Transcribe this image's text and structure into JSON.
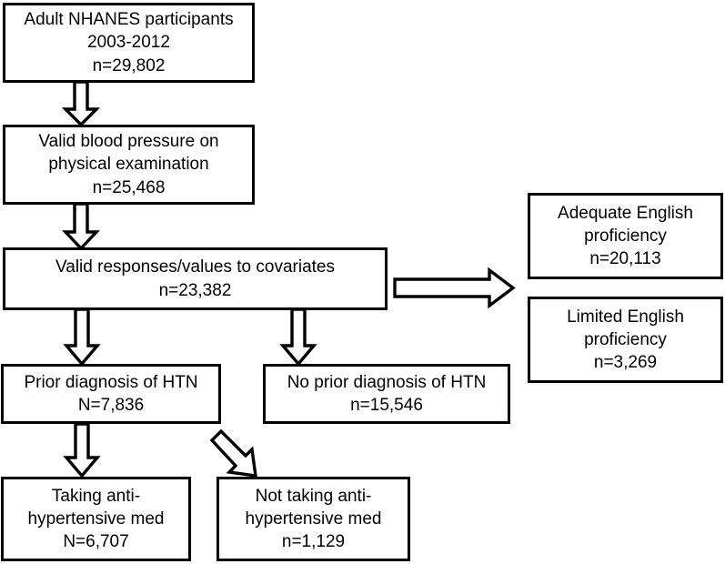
{
  "figure": {
    "type": "flowchart",
    "orientation": "top-down",
    "background_color": "#ffffff",
    "line_color": "#000000",
    "text_color": "#000000"
  },
  "nodes": {
    "participants": {
      "lines": [
        "Adult NHANES participants",
        "2003-2012",
        "n=29,802"
      ],
      "line1": "Adult NHANES participants",
      "line2": "2003-2012",
      "line3": "n=29,802",
      "count": "29,802"
    },
    "valid_bp": {
      "line1": "Valid blood pressure on",
      "line2": "physical examination",
      "line3": "n=25,468",
      "count": "25,468"
    },
    "covariates": {
      "line1": "Valid responses/values to covariates",
      "line2": "n=23,382",
      "count": "23,382"
    },
    "adequate_english": {
      "line1": "Adequate English",
      "line2": "proficiency",
      "line3": "n=20,113",
      "count": "20,113"
    },
    "limited_english": {
      "line1": "Limited English",
      "line2": "proficiency",
      "line3": "n=3,269",
      "count": "3,269"
    },
    "prior_htn": {
      "line1": "Prior diagnosis of HTN",
      "line2": "N=7,836",
      "count": "7,836"
    },
    "no_prior_htn": {
      "line1": "No prior diagnosis of HTN",
      "line2": "n=15,546",
      "count": "15,546"
    },
    "taking_med": {
      "line1": "Taking anti-",
      "line2": "hypertensive med",
      "line3": "N=6,707",
      "count": "6,707"
    },
    "not_taking_med": {
      "line1": "Not taking anti-",
      "line2": "hypertensive med",
      "line3": "n=1,129",
      "count": "1,129"
    }
  },
  "arrows": [
    {
      "name": "arrow-participants-to-valid-bp",
      "direction": "down"
    },
    {
      "name": "arrow-valid-bp-to-covariates",
      "direction": "down"
    },
    {
      "name": "arrow-covariates-to-english",
      "direction": "right"
    },
    {
      "name": "arrow-covariates-to-prior-htn",
      "direction": "down"
    },
    {
      "name": "arrow-covariates-to-no-prior-htn",
      "direction": "down"
    },
    {
      "name": "arrow-prior-htn-to-taking-med",
      "direction": "down"
    },
    {
      "name": "arrow-prior-htn-to-not-taking-med",
      "direction": "diagonal-down-right"
    }
  ]
}
